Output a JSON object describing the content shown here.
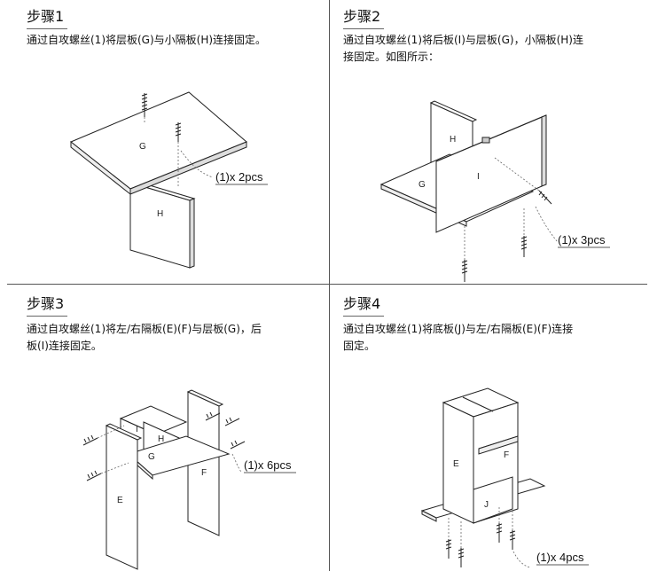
{
  "steps": [
    {
      "title": "步骤1",
      "text": "通过自攻螺丝(1)将层板(G)与小隔板(H)连接固定。",
      "quantity": "(1)x 2pcs",
      "part_labels": {
        "g": "G",
        "h": "H"
      }
    },
    {
      "title": "步骤2",
      "text_line1": "通过自攻螺丝(1)将后板(I)与层板(G)，小隔板(H)连",
      "text_line2": "接固定。如图所示：",
      "quantity": "(1)x 3pcs",
      "part_labels": {
        "h": "H",
        "g": "G",
        "i": "I"
      }
    },
    {
      "title": "步骤3",
      "text_line1": "通过自攻螺丝(1)将左/右隔板(E)(F)与层板(G)，后",
      "text_line2": "板(I)连接固定。",
      "quantity": "(1)x 6pcs",
      "part_labels": {
        "i": "I",
        "h": "H",
        "g": "G",
        "f": "F",
        "e": "E"
      }
    },
    {
      "title": "步骤4",
      "text_line1": "通过自攻螺丝(1)将底板(J)与左/右隔板(E)(F)连接",
      "text_line2": "固定。",
      "quantity": "(1)x 4pcs",
      "part_labels": {
        "e": "E",
        "f": "F",
        "j": "J"
      }
    }
  ]
}
